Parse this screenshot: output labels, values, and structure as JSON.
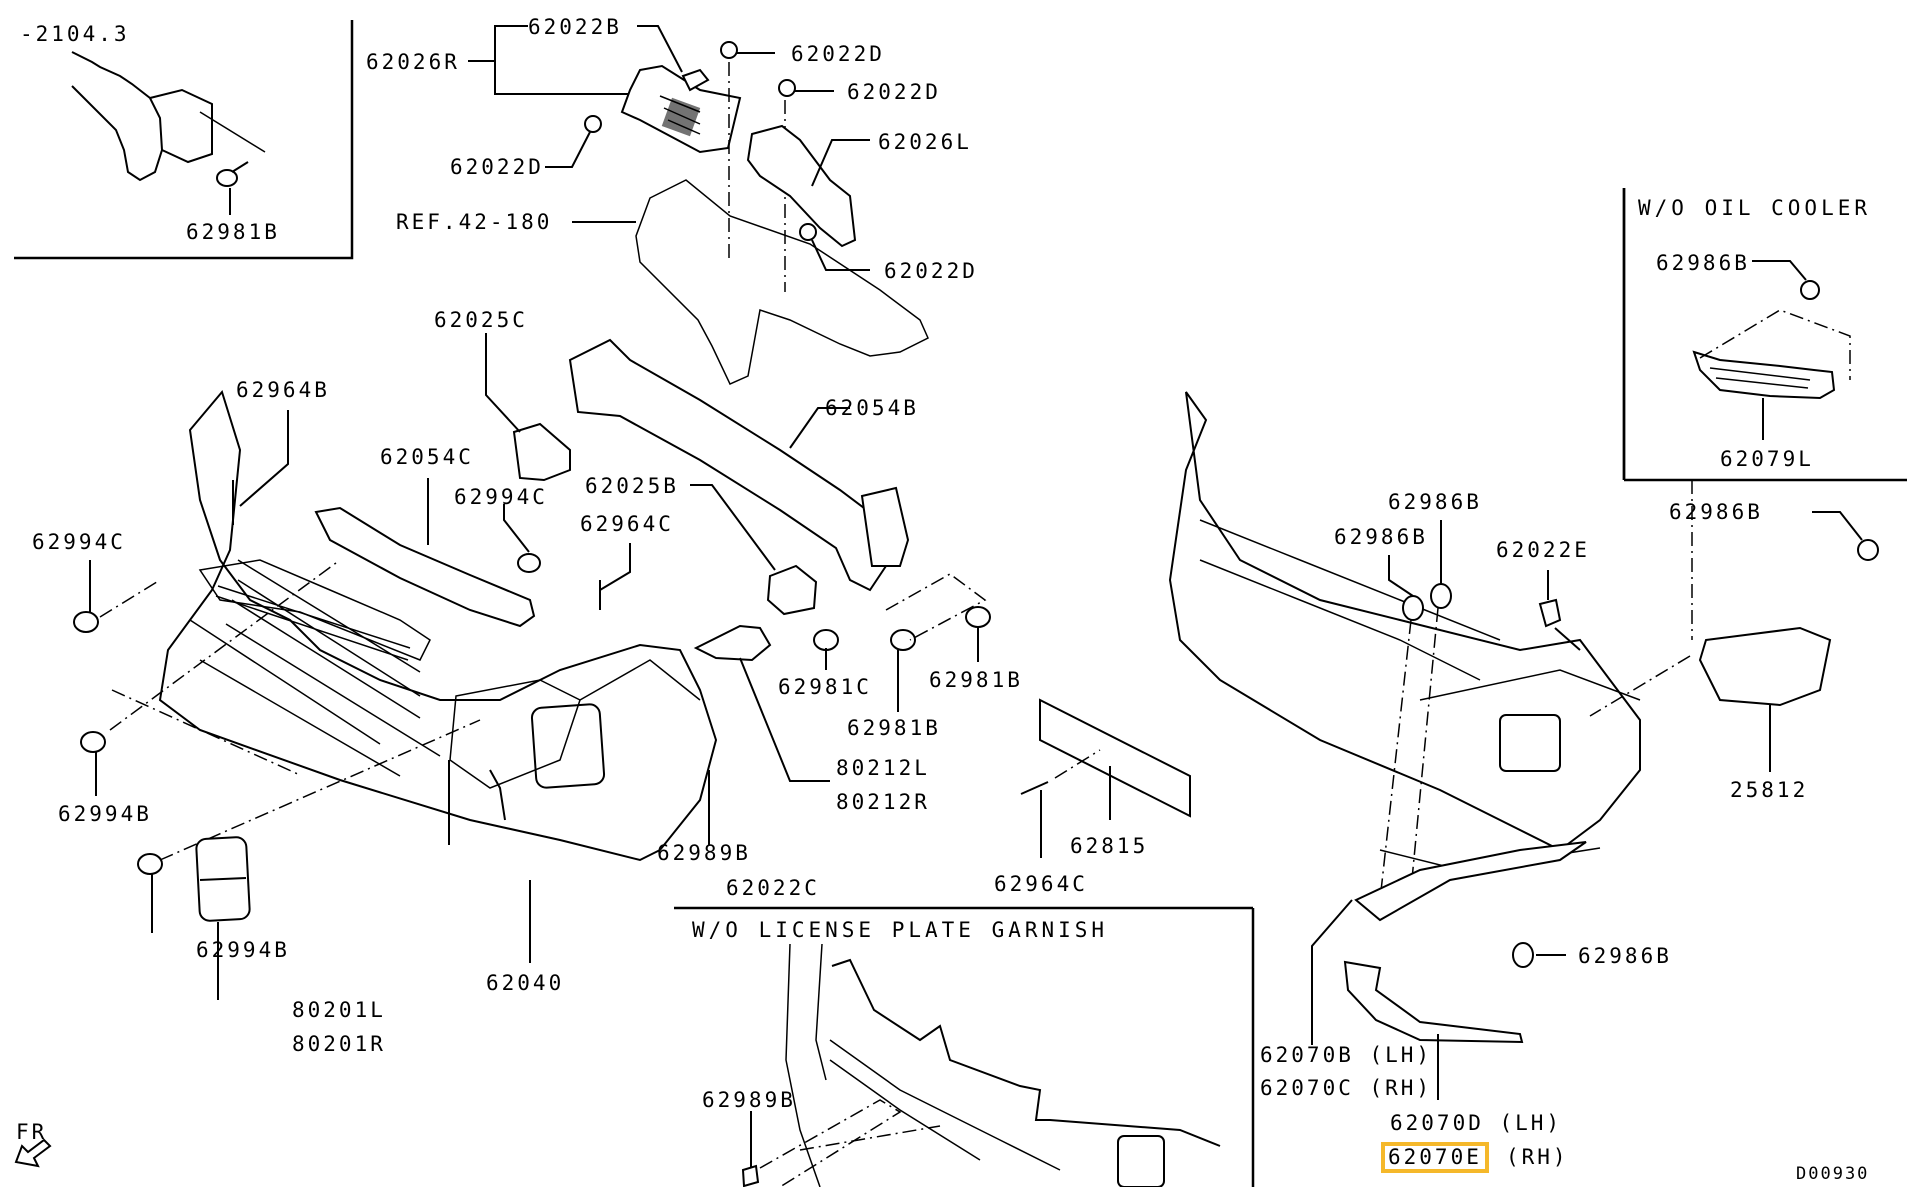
{
  "diagram": {
    "type": "exploded parts diagram",
    "figure_code": "D00930",
    "direction_marker": "FR",
    "highlight_color": "#f5b82a",
    "reference_note": "-2104.3",
    "insets": [
      {
        "title": "W/O OIL COOLER"
      },
      {
        "title": "W/O LICENSE PLATE GARNISH"
      }
    ],
    "labels": {
      "ref_2104": "-2104.3",
      "p62981B_a": "62981B",
      "p62026R": "62026R",
      "p62022B": "62022B",
      "p62022D_a": "62022D",
      "p62022D_b": "62022D",
      "p62022D_c": "62022D",
      "p62022D_d": "62022D",
      "p62026L": "62026L",
      "ref_42_180": "REF.42-180",
      "p62025C": "62025C",
      "p62964B": "62964B",
      "p62054C": "62054C",
      "p62994C_a": "62994C",
      "p62994C_b": "62994C",
      "p62054B": "62054B",
      "p62025B": "62025B",
      "p62964C_a": "62964C",
      "p62981C": "62981C",
      "p62981B_b": "62981B",
      "p62981B_c": "62981B",
      "p80212L": "80212L",
      "p80212R": "80212R",
      "p62994B_a": "62994B",
      "p62994B_b": "62994B",
      "p62989B_a": "62989B",
      "p62022C": "62022C",
      "p80201L": "80201L",
      "p80201R": "80201R",
      "p62040": "62040",
      "p62815": "62815",
      "p62964C_b": "62964C",
      "p62986B_a": "62986B",
      "p62986B_b": "62986B",
      "p62986B_c": "62986B",
      "p62986B_d": "62986B",
      "p62986B_e": "62986B",
      "p62022E": "62022E",
      "p62079L": "62079L",
      "p25812": "25812",
      "p62070B": "62070B (LH)",
      "p62070C": "62070C (RH)",
      "p62070D": "62070D (LH)",
      "p62070E_code": "62070E",
      "p62070E_side": "(RH)",
      "p62989B_b": "62989B"
    },
    "highlighted_part": "62070E"
  }
}
